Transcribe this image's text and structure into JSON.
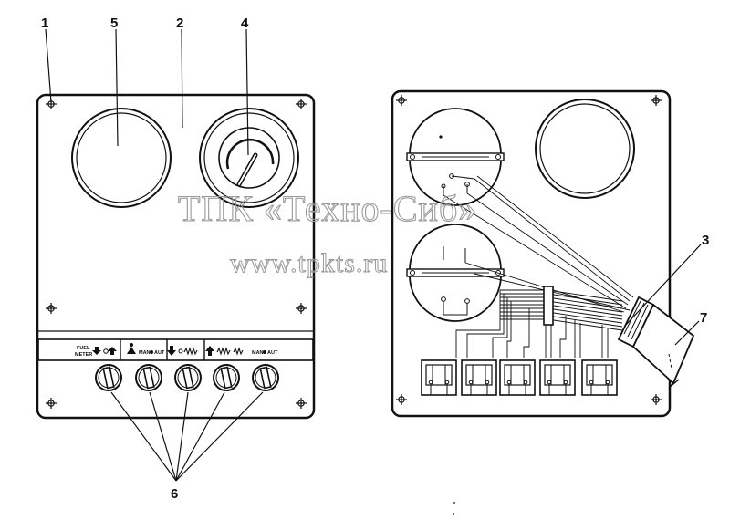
{
  "callouts": {
    "c1": "1",
    "c2": "2",
    "c3": "3",
    "c4": "4",
    "c5": "5",
    "c6": "6",
    "c7": "7"
  },
  "front_panel": {
    "strip_labels": {
      "fuel_meter_line1": "FUEL",
      "fuel_meter_line2": "METER",
      "man_aut_1": "MAN",
      "aut_1": "AUT",
      "man_aut_2": "MAN",
      "aut_2": "AUT"
    }
  },
  "watermark": {
    "line1": "ТПК «Техно-Сиб»",
    "line2": "www.tpkts.ru"
  },
  "colors": {
    "ink": "#111111",
    "panel_bg": "#ffffff",
    "watermark": "#9a9a9a"
  }
}
